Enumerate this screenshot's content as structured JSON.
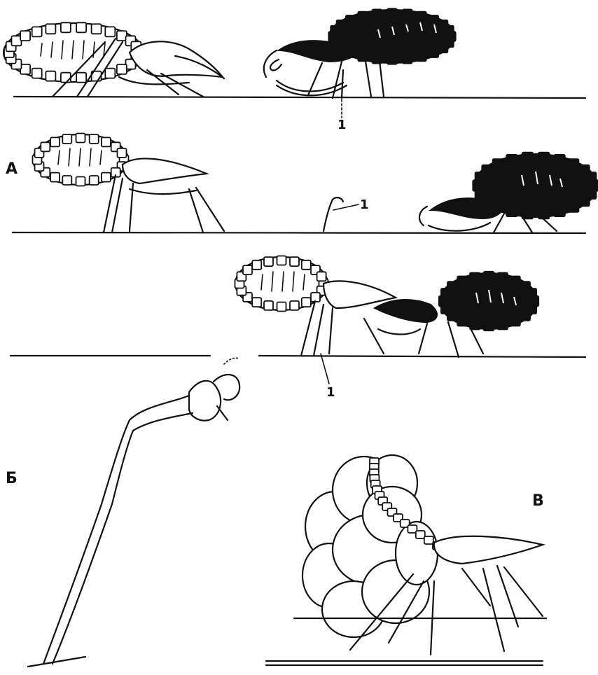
{
  "labels": {
    "panel_a": "А",
    "panel_b": "Б",
    "panel_c": "В",
    "callout_1": "1"
  }
}
